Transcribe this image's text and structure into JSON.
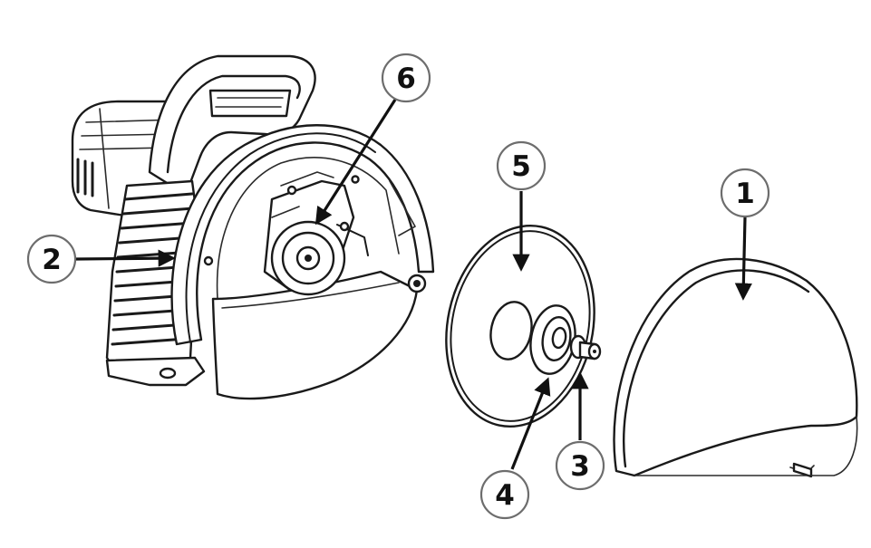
{
  "diagram": {
    "callouts": [
      {
        "id": "1",
        "label": "1"
      },
      {
        "id": "2",
        "label": "2"
      },
      {
        "id": "3",
        "label": "3"
      },
      {
        "id": "4",
        "label": "4"
      },
      {
        "id": "5",
        "label": "5"
      },
      {
        "id": "6",
        "label": "6"
      }
    ],
    "parts": [
      "saw-body",
      "blade-guard-cover",
      "outer-flange-and-bolt",
      "inner-flange",
      "cutting-disc",
      "arbor-spindle"
    ],
    "colors": {
      "ink": "#1a1a1a",
      "callout_border": "#6d6d6d",
      "background": "#ffffff"
    }
  }
}
